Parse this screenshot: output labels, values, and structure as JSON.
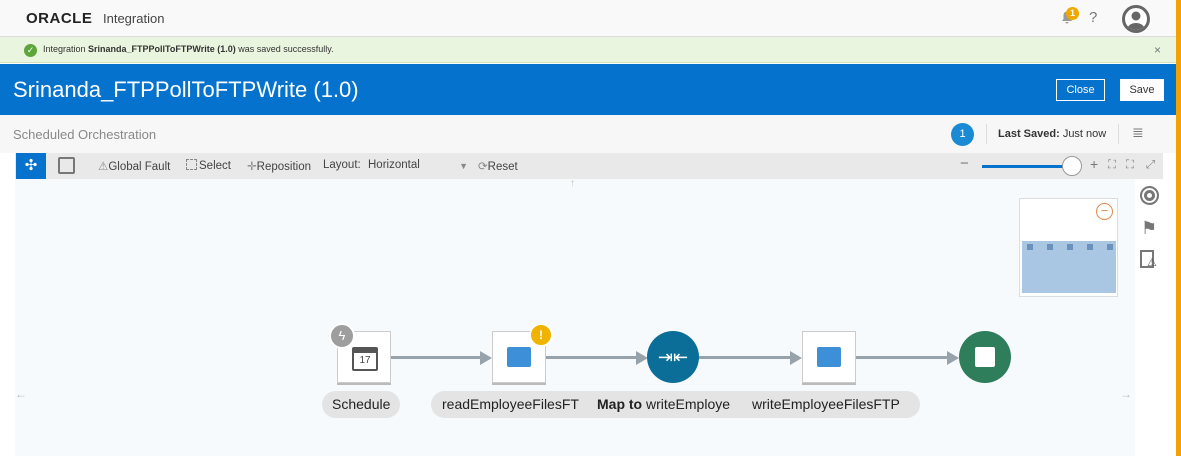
{
  "header": {
    "logo": "ORACLE",
    "product": "Integration",
    "notification_count": "1",
    "help": "?"
  },
  "banner": {
    "prefix": "Integration ",
    "name": "Srinanda_FTPPollToFTPWrite (1.0)",
    "suffix": " was saved successfully.",
    "close": "×"
  },
  "titlebar": {
    "title": "Srinanda_FTPPollToFTPWrite (1.0)",
    "close_label": "Close",
    "save_label": "Save"
  },
  "subheader": {
    "pattern": "Scheduled Orchestration",
    "error_count": "1",
    "last_saved_label": "Last Saved:",
    "last_saved_value": "Just now"
  },
  "toolbar": {
    "global_fault": "Global Fault",
    "select": "Select",
    "reposition": "Reposition",
    "layout_label": "Layout:",
    "layout_value": "Horizontal",
    "reset": "Reset",
    "zoom_level": 1.0
  },
  "flow": {
    "nodes": [
      {
        "label": "Schedule",
        "type": "schedule",
        "calendar_day": "17"
      },
      {
        "label": "readEmployeeFilesFT",
        "type": "ftp-invoke",
        "warning": true
      },
      {
        "label_bold": "Map to",
        "label": "writeEmploye",
        "type": "map"
      },
      {
        "label": "writeEmployeeFilesFTP",
        "type": "ftp-invoke"
      },
      {
        "label": "",
        "type": "end"
      }
    ]
  },
  "colors": {
    "brand": "#0572ce",
    "success": "#5ca63a",
    "warning": "#f0b400",
    "map": "#0a6e99",
    "end": "#2e7d5b"
  }
}
